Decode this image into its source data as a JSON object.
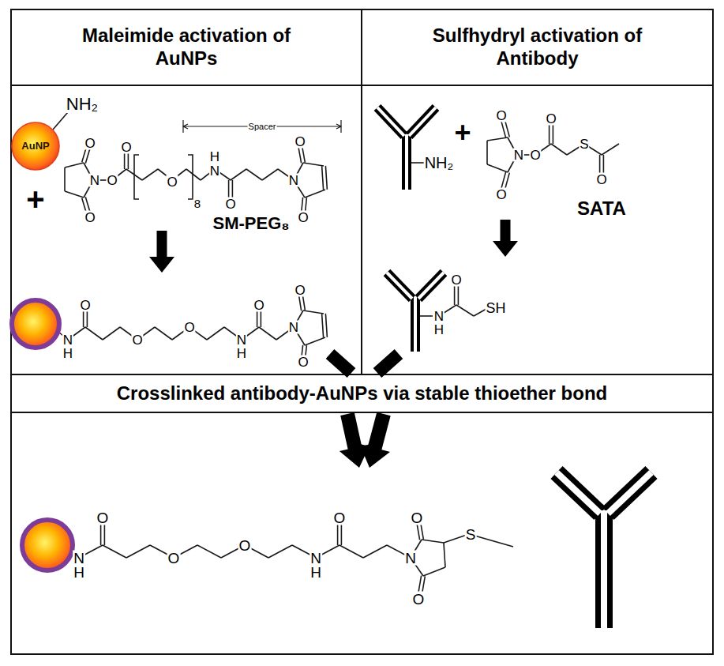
{
  "diagram": {
    "nodes": [
      {
        "text": [
          "Maleimide activation of AuNPs"
        ]
      },
      {
        "text": [
          "Sulfhydryl activation of Antibody"
        ]
      },
      {
        "text": [
          "AuNP"
        ]
      },
      {
        "text": [
          "Crosslinked antibody-AuNPs via stable thioether bond"
        ]
      }
    ],
    "labels": [
      "NH₂",
      "+",
      "Spacer",
      "O",
      "N",
      "O",
      "O",
      "O",
      "O",
      "8",
      "H",
      "N",
      "O",
      "O",
      "N",
      "O",
      "SM-PEG₈",
      "N",
      "H",
      "O",
      "O",
      "O",
      "N",
      "H",
      "O",
      "N",
      "O",
      "O",
      "NH₂",
      "+",
      "O",
      "N",
      "O",
      "O",
      "O",
      "S",
      "O",
      "SATA",
      "N",
      "H",
      "O",
      "SH",
      "N",
      "H",
      "O",
      "O",
      "O",
      "N",
      "H",
      "O",
      "N",
      "O",
      "O",
      "S"
    ]
  }
}
